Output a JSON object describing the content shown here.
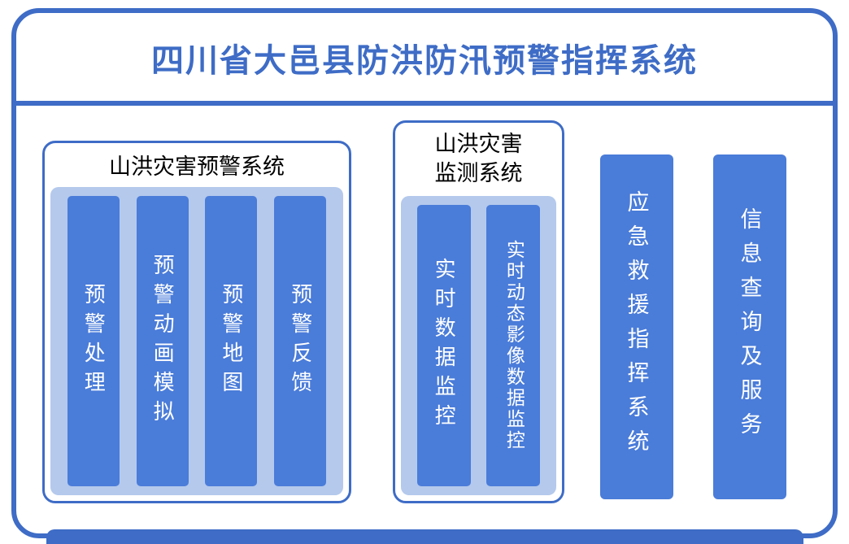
{
  "title": "四川省大邑县防洪防汛预警指挥系统",
  "groups": [
    {
      "title": "山洪灾害预警系统",
      "bars": [
        "预警处理",
        "预警动画模拟",
        "预警地图",
        "预警反馈"
      ]
    },
    {
      "title": "山洪灾害监测系统",
      "bars": [
        "实时数据监控",
        "实时动态影像数据监控"
      ]
    }
  ],
  "standalone_bars": [
    {
      "label": "应急救援指挥系统"
    },
    {
      "label": "信息查询及服务"
    }
  ],
  "colors": {
    "frame_blue": "#3E6CC6",
    "bar_blue": "#4A7CD9",
    "panel_light_blue": "#B4C9EC",
    "bar_text": "#FFFFFF",
    "group_title_text": "#000000"
  }
}
